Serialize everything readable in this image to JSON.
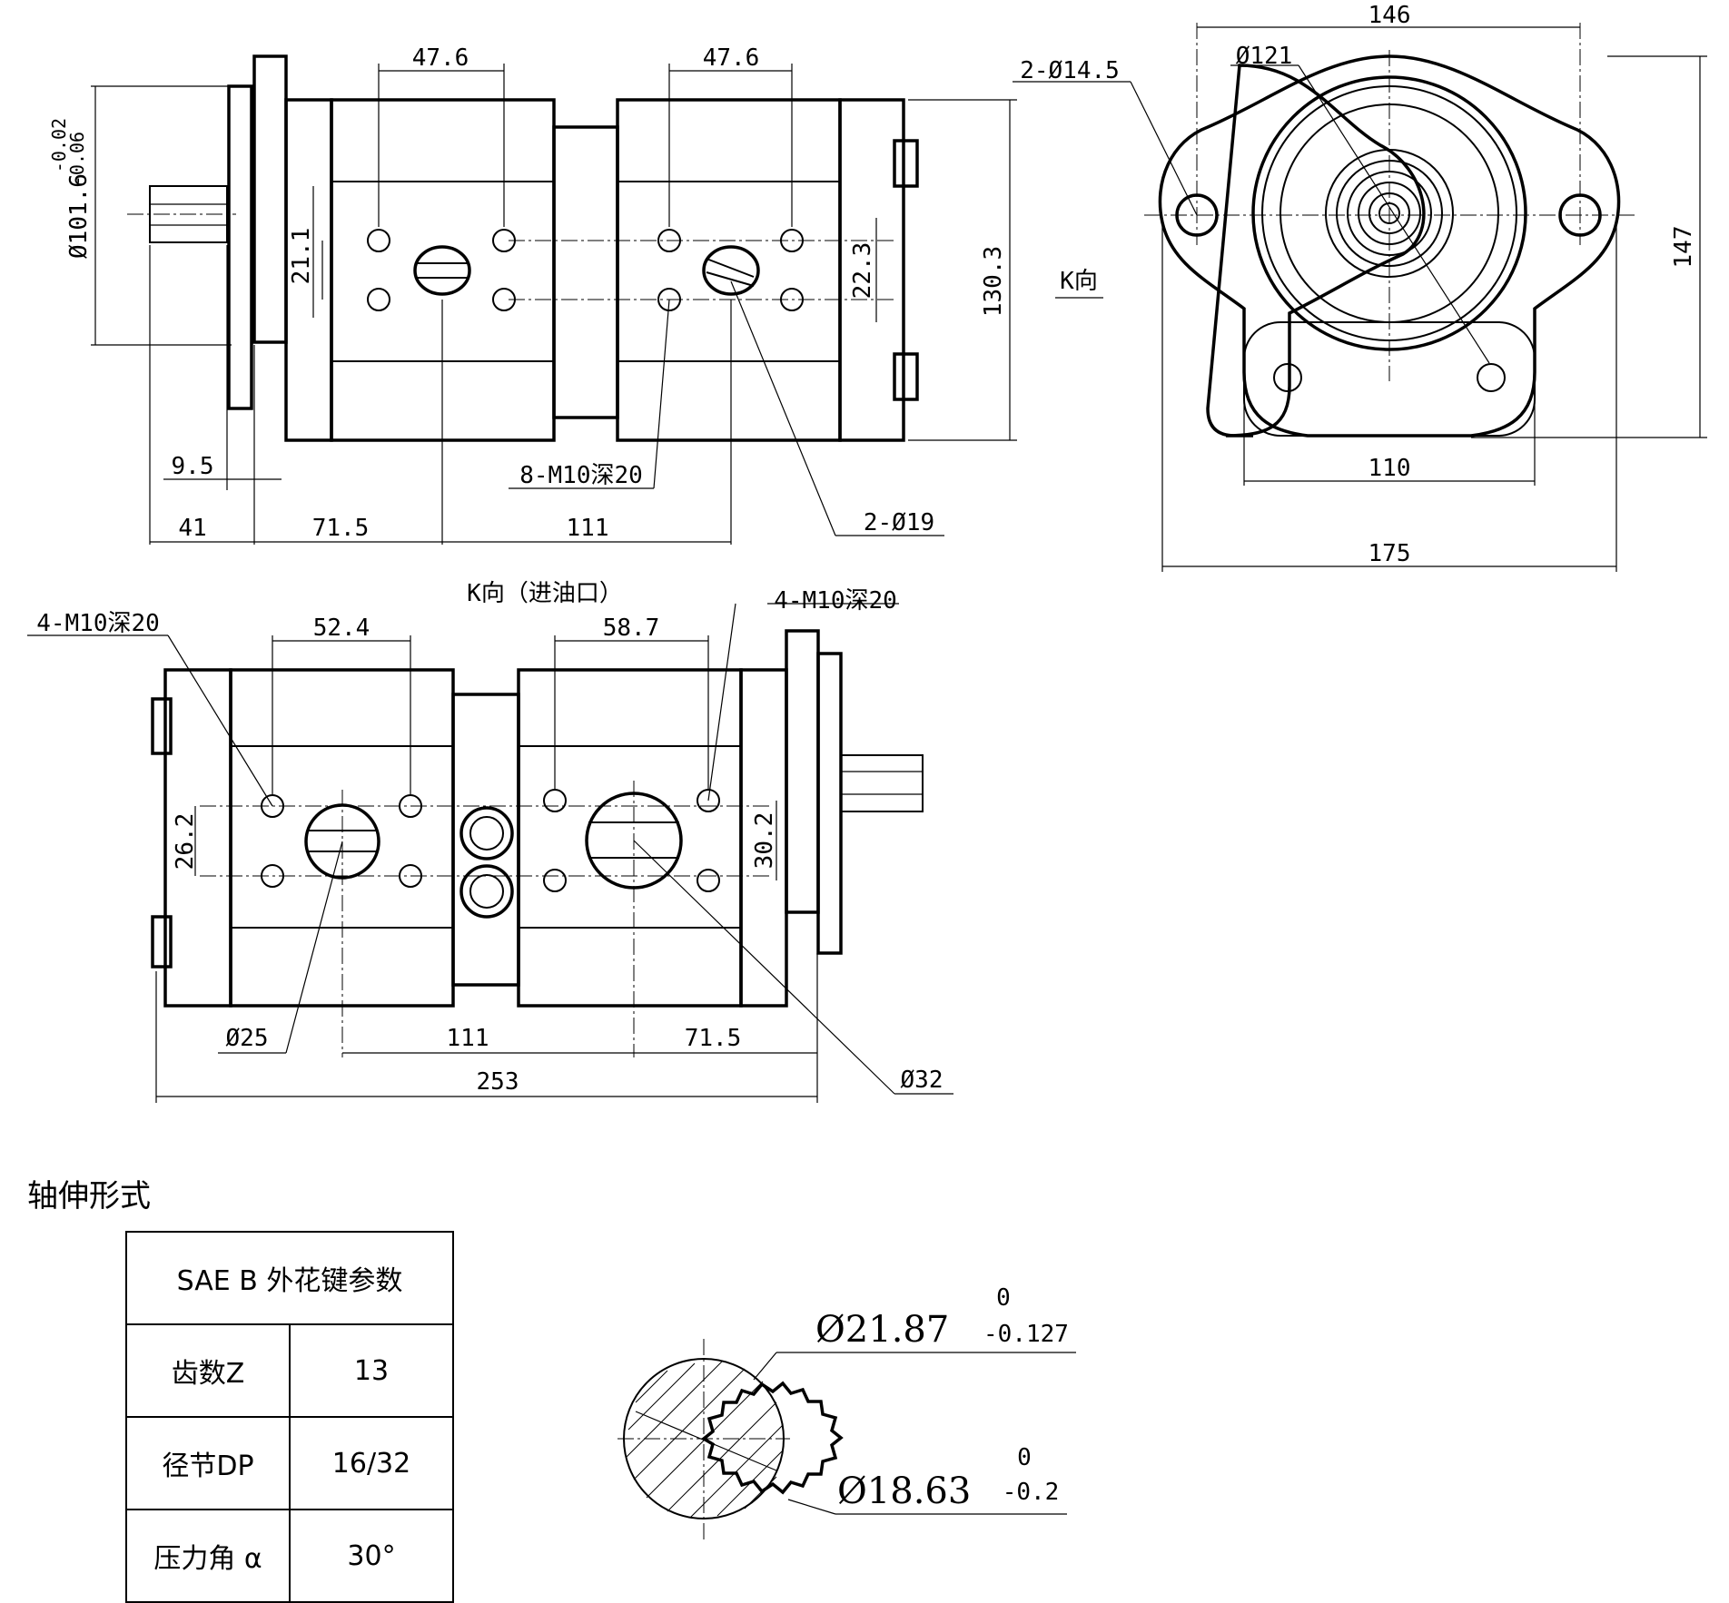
{
  "top_view": {
    "dims": {
      "d_top_left": "47.6",
      "d_top_right": "47.6",
      "d_flange_dia": "Ø101.6",
      "d_flange_tol_upper": "-0.02",
      "d_flange_tol_lower": "-0.06",
      "d_21_1": "21.1",
      "d_22_3": "22.3",
      "d_130_3": "130.3",
      "d_9_5": "9.5",
      "d_41": "41",
      "d_71_5": "71.5",
      "d_111": "111",
      "note_threads": "8-M10深20",
      "note_ports": "2-Ø19"
    },
    "k_direction": "K向"
  },
  "end_view": {
    "dims": {
      "d_146": "146",
      "d_121": "Ø121",
      "d_holes": "2-Ø14.5",
      "d_147": "147",
      "d_110": "110",
      "d_175": "175"
    }
  },
  "k_view": {
    "title": "K向（进油口）",
    "dims": {
      "note_left_threads": "4-M10深20",
      "note_right_threads": "4-M10深20",
      "d_52_4": "52.4",
      "d_58_7": "58.7",
      "d_26_2": "26.2",
      "d_30_2": "30.2",
      "d_25": "Ø25",
      "d_32": "Ø32",
      "d_111": "111",
      "d_71_5": "71.5",
      "d_253": "253"
    }
  },
  "shaft": {
    "section_title": "轴伸形式",
    "table": {
      "header": "SAE B 外花键参数",
      "rows": [
        {
          "label": "齿数Z",
          "value": "13"
        },
        {
          "label": "径节DP",
          "value": "16/32"
        },
        {
          "label": "压力角 α",
          "value": "30°"
        }
      ]
    },
    "outer_dia": "Ø21.87",
    "outer_tol_upper": "0",
    "outer_tol_lower": "-0.127",
    "root_dia": "Ø18.63",
    "root_tol_upper": "0",
    "root_tol_lower": "-0.2"
  }
}
